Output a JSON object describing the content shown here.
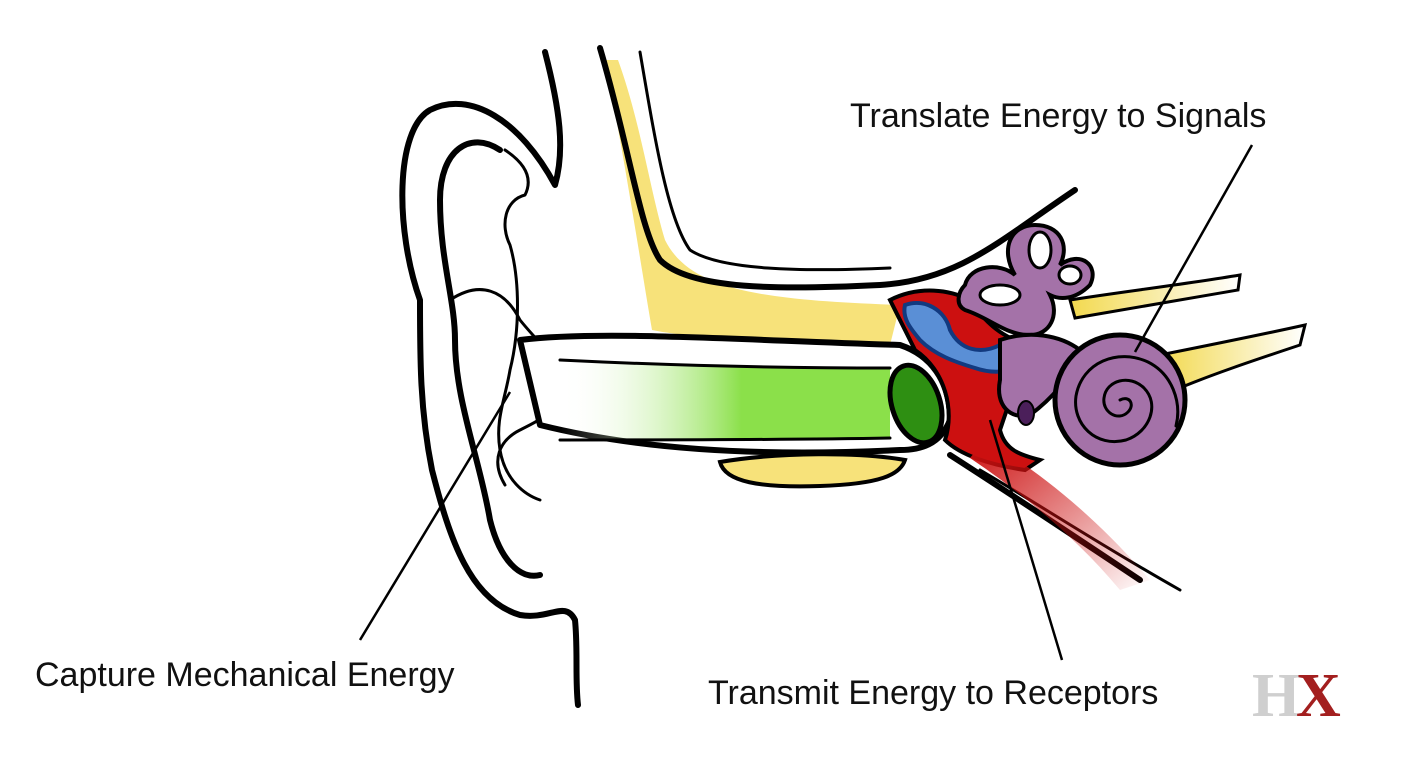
{
  "labels": {
    "capture": "Capture Mechanical Energy",
    "translate": "Translate Energy to Signals",
    "transmit": "Transmit Energy to Receptors"
  },
  "logo": {
    "left_letter": "H",
    "right_letter": "X"
  },
  "colors": {
    "bone": "#f7e27a",
    "canal": "#8be04a",
    "eardrum": "#2e8f12",
    "middle_ear": "#cc1010",
    "ossicles": "#5a8fd6",
    "cochlea": "#a472a8",
    "nerve": "#f2d94e",
    "logo_h": "#cfcfcf",
    "logo_x": "#a31f1f",
    "logo_x_accent": "#c9a227"
  }
}
